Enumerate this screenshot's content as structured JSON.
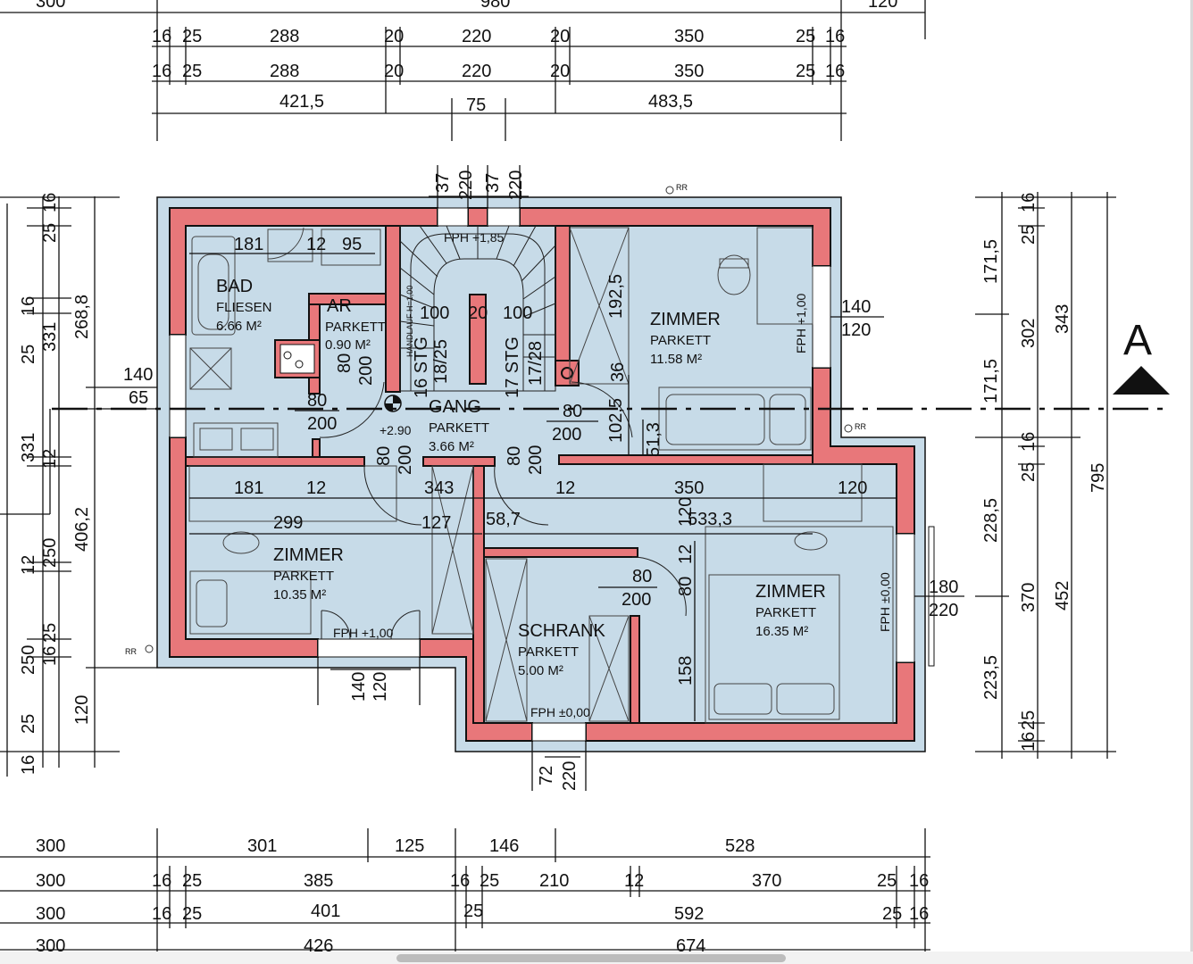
{
  "colors": {
    "wall_fill": "#e8777a",
    "insulation_fill": "#c7dbe8",
    "line": "#111111",
    "background": "#ffffff"
  },
  "top_dimensions": {
    "row0": [
      "300",
      "980",
      "120"
    ],
    "row1": [
      "16",
      "25",
      "288",
      "20",
      "220",
      "20",
      "350",
      "25",
      "16"
    ],
    "row2": [
      "16",
      "25",
      "288",
      "20",
      "220",
      "20",
      "350",
      "25",
      "16"
    ],
    "row3": [
      "421,5",
      "75",
      "483,5"
    ],
    "window_top": [
      "37",
      "220",
      "37",
      "220"
    ]
  },
  "bottom_dimensions": {
    "row1": [
      "300",
      "301",
      "125",
      "146",
      "528"
    ],
    "row2": [
      "300",
      "16",
      "25",
      "385",
      "16",
      "25",
      "210",
      "12",
      "370",
      "25",
      "16"
    ],
    "row3": [
      "300",
      "16",
      "25",
      "401",
      "25",
      "592",
      "25",
      "16"
    ],
    "row4": [
      "300",
      "426",
      "674"
    ],
    "window_bottom": [
      "140",
      "120",
      "72",
      "220"
    ]
  },
  "left_dimensions": {
    "outer": [
      "16",
      "25",
      "268,8",
      "406,2",
      "120",
      "25",
      "16"
    ],
    "second": [
      "25",
      "16",
      "331",
      "331",
      "12",
      "250",
      "12",
      "250",
      "25",
      "16",
      "250",
      "25",
      "16"
    ],
    "window": [
      "140",
      "65"
    ]
  },
  "right_dimensions": {
    "col1": [
      "171,5",
      "171,5",
      "228,5",
      "223,5"
    ],
    "col2": [
      "16",
      "25",
      "302",
      "16",
      "25",
      "370",
      "25",
      "16"
    ],
    "col3": [
      "343",
      "452"
    ],
    "col4": [
      "795"
    ],
    "window_upper": [
      "140",
      "120"
    ],
    "window_lower": [
      "180",
      "220"
    ]
  },
  "section": {
    "label": "A"
  },
  "rooms": {
    "bad": {
      "name": "BAD",
      "floor": "FLIESEN",
      "area": "6.66 M²"
    },
    "ar": {
      "name": "AR",
      "floor": "PARKETT",
      "area": "0.90 M²"
    },
    "gang": {
      "name": "GANG",
      "floor": "PARKETT",
      "area": "3.66 M²",
      "level": "+2.90"
    },
    "zimmer_ne": {
      "name": "ZIMMER",
      "floor": "PARKETT",
      "area": "11.58 M²"
    },
    "zimmer_sw": {
      "name": "ZIMMER",
      "floor": "PARKETT",
      "area": "10.35 M²"
    },
    "schrank": {
      "name": "SCHRANK",
      "floor": "PARKETT",
      "area": "5.00 M²"
    },
    "zimmer_se": {
      "name": "ZIMMER",
      "floor": "PARKETT",
      "area": "16.35 M²"
    }
  },
  "stair": {
    "handlauf": "HANDLAUF H=1,00",
    "left_stg": "16 STG",
    "right_stg": "17 STG",
    "left_ratio": "18/25",
    "right_ratio": "17/28",
    "widths": [
      "100",
      "20",
      "100"
    ]
  },
  "fph": {
    "stair": "FPH +1,85",
    "ne": "FPH +1,00",
    "sw": "FPH +1,00",
    "schrank": "FPH ±0,00",
    "se": "FPH ±0,00"
  },
  "rr": [
    "RR",
    "RR",
    "RR"
  ],
  "interior_dimensions": {
    "bad_top": [
      "181",
      "12",
      "95"
    ],
    "ar_door": [
      "80",
      "200"
    ],
    "bad_door": [
      "80",
      "200"
    ],
    "gang_doors": [
      [
        "80",
        "200"
      ],
      [
        "80",
        "200"
      ],
      [
        "80",
        "200"
      ]
    ],
    "ne_door": [
      "80",
      "200"
    ],
    "zimmer_ne": [
      "192,5",
      "36",
      "102,5",
      "51,3"
    ],
    "mid_row": [
      "181",
      "12",
      "343",
      "12",
      "350",
      "120"
    ],
    "mid_row2": [
      "299",
      "127",
      "58,7",
      "120",
      "533,3"
    ],
    "schrank_door": [
      "80",
      "200"
    ],
    "zimmer_se": [
      "12",
      "80",
      "158"
    ]
  }
}
